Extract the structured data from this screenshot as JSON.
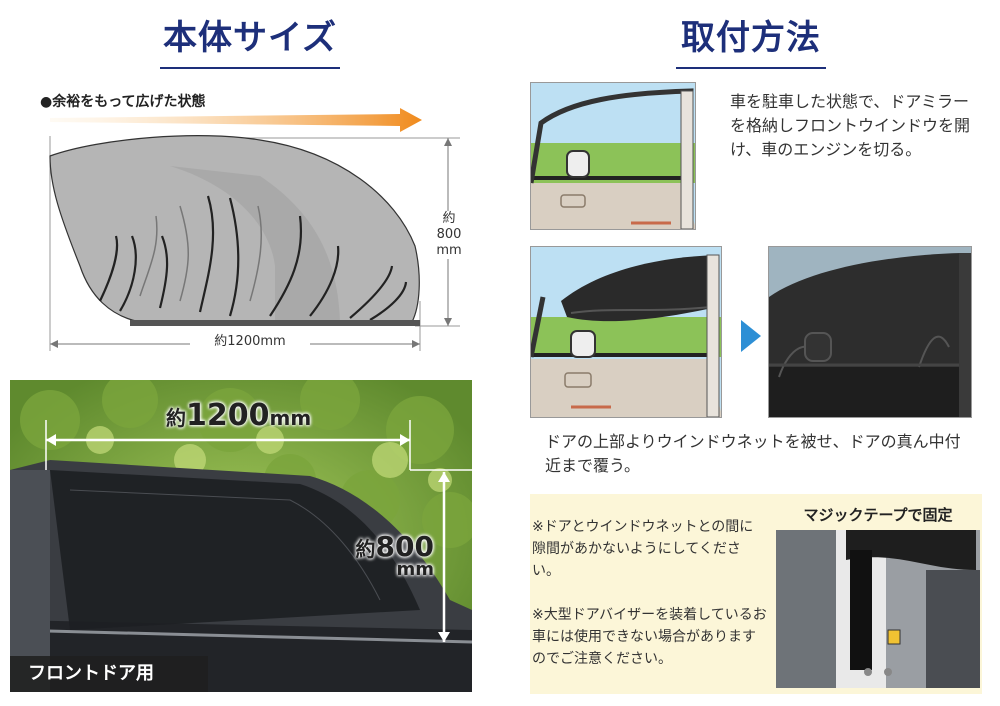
{
  "left_section": {
    "heading": "本体サイズ",
    "spread_label": "●余裕をもって広げた状態",
    "width_dim": "約1200mm",
    "height_dim_line1": "約",
    "height_dim_line2": "800",
    "height_dim_line3": "mm"
  },
  "photo": {
    "width_dim_prefix": "約",
    "width_dim_value": "1200",
    "width_dim_unit": "mm",
    "height_dim_prefix": "約",
    "height_dim_value": "800",
    "height_dim_unit": "mm",
    "caption": "フロントドア用"
  },
  "right_section": {
    "heading": "取付方法",
    "step1_text": "車を駐車した状態で、ドアミラーを格納しフロントウインドウを開け、車のエンジンを切る。",
    "step2_text": "ドアの上部よりウインドウネットを被せ、ドアの真ん中付近まで覆う。",
    "note1": "※ドアとウインドウネットとの間に隙間があかないようにしてください。",
    "note2": "※大型ドアバイザーを装着しているお車には使用できない場合がありますのでご注意ください。",
    "velcro_label": "マジックテープで固定"
  },
  "colors": {
    "heading": "#1d2f7a",
    "arrow_accent": "#2d8fd5",
    "orange_arrow": "#f08a1c",
    "notes_bg": "#fcf6d8"
  }
}
